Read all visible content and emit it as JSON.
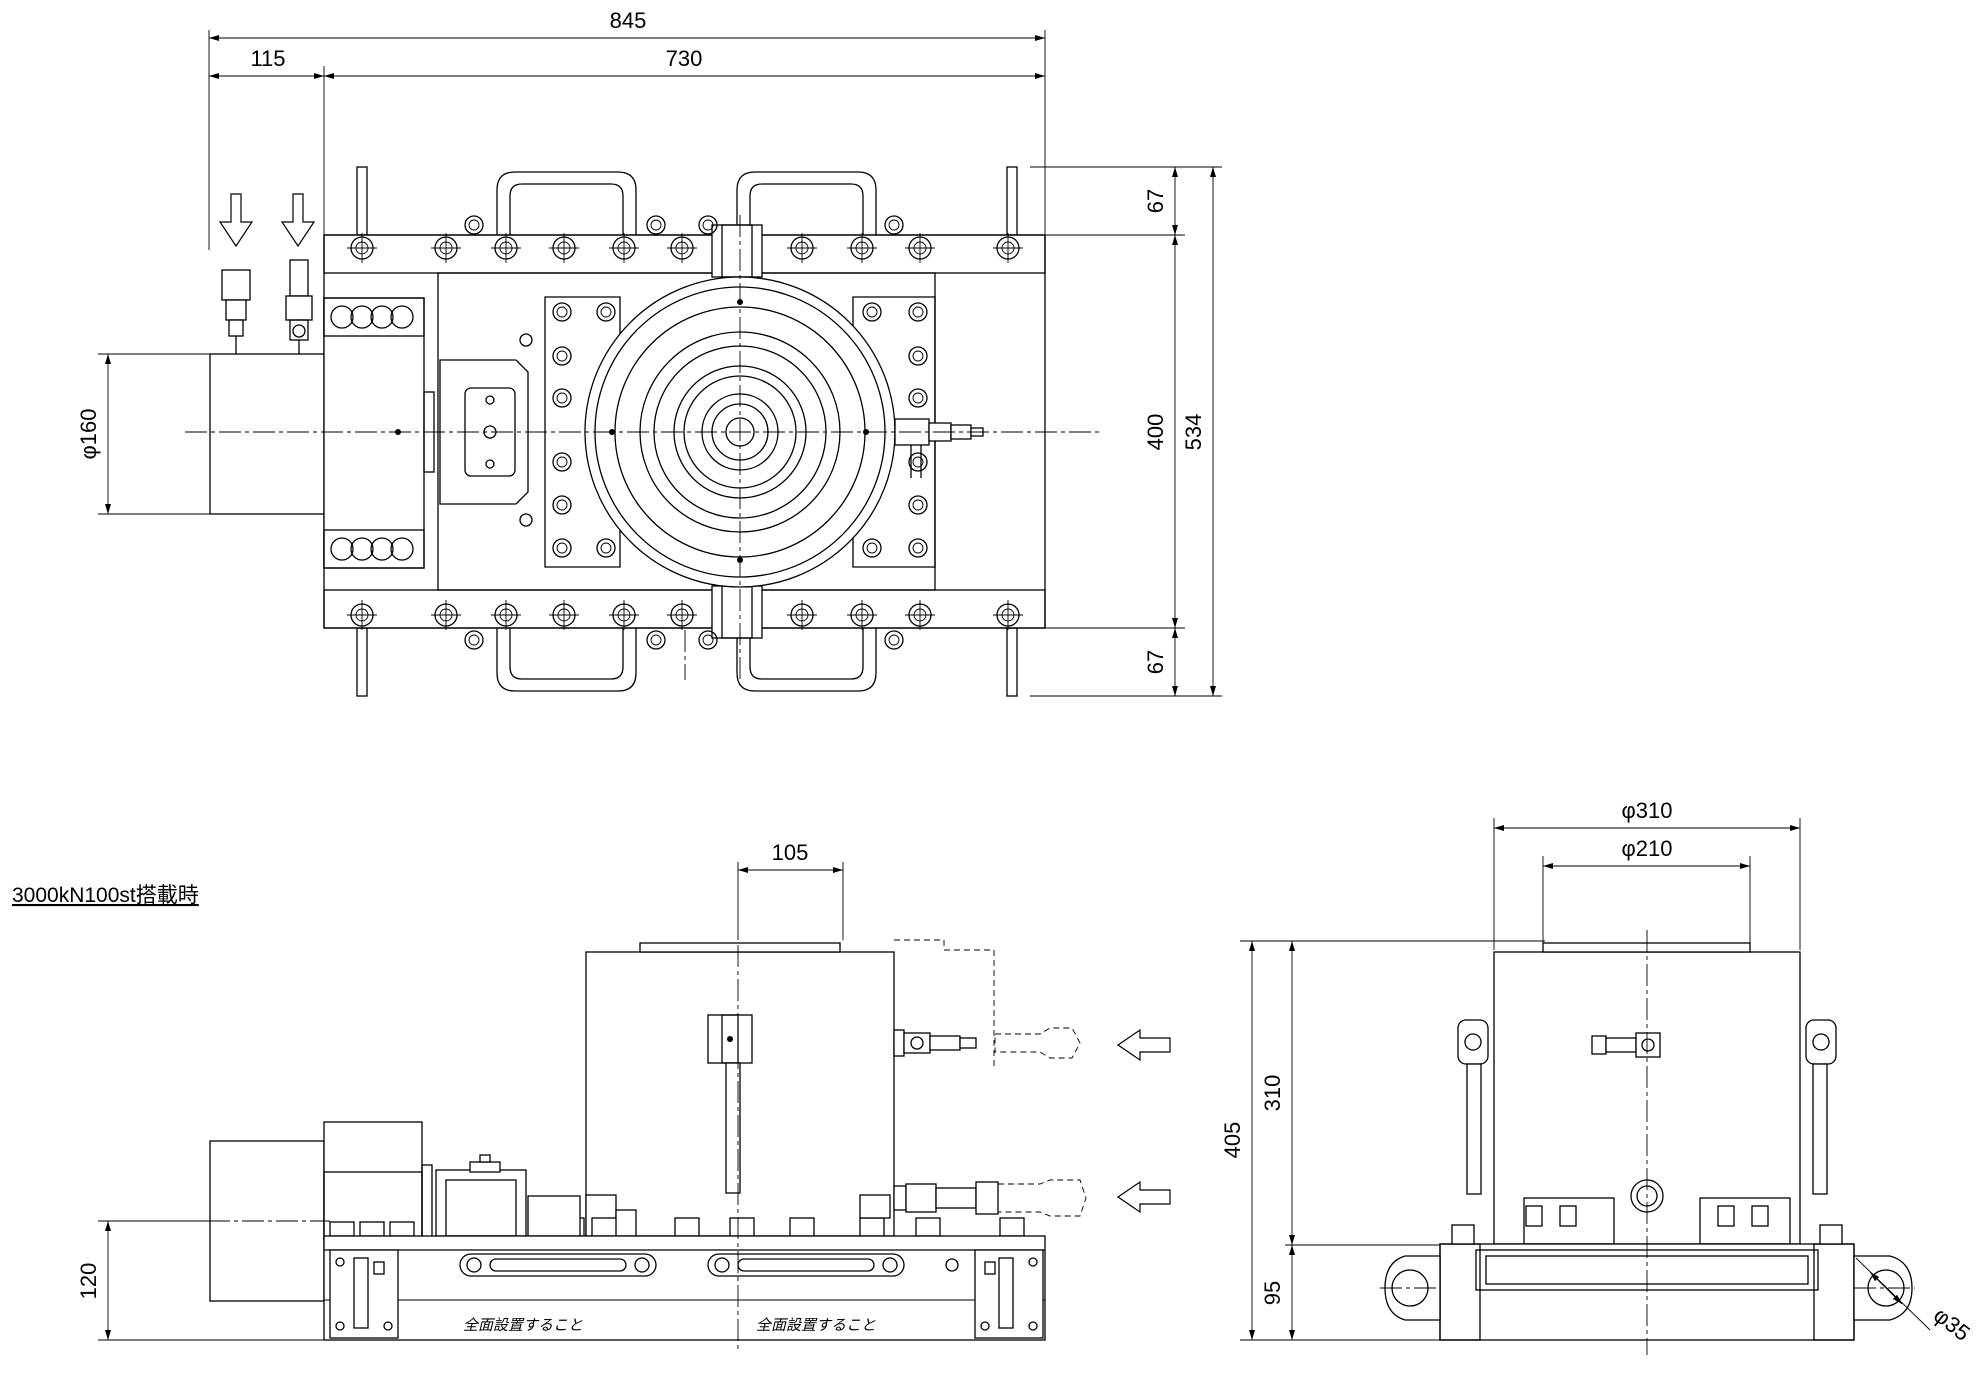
{
  "dimensions": {
    "top_overall_width": "845",
    "top_cylinder_offset": "115",
    "top_frame_width": "730",
    "top_pin_upper": "67",
    "top_frame_depth": "400",
    "top_overall_depth": "534",
    "top_pin_lower": "67",
    "top_cylinder_dia": "φ160",
    "front_ram_offset": "105",
    "front_center_height": "120",
    "side_outer_dia": "φ310",
    "side_inner_dia": "φ210",
    "side_total_height": "405",
    "side_jack_height": "310",
    "side_base_height": "95",
    "side_pin_dia": "φ35"
  },
  "caption": "3000kN100st搭載時",
  "notes": {
    "install_left": "全面設置すること",
    "install_right": "全面設置すること"
  }
}
